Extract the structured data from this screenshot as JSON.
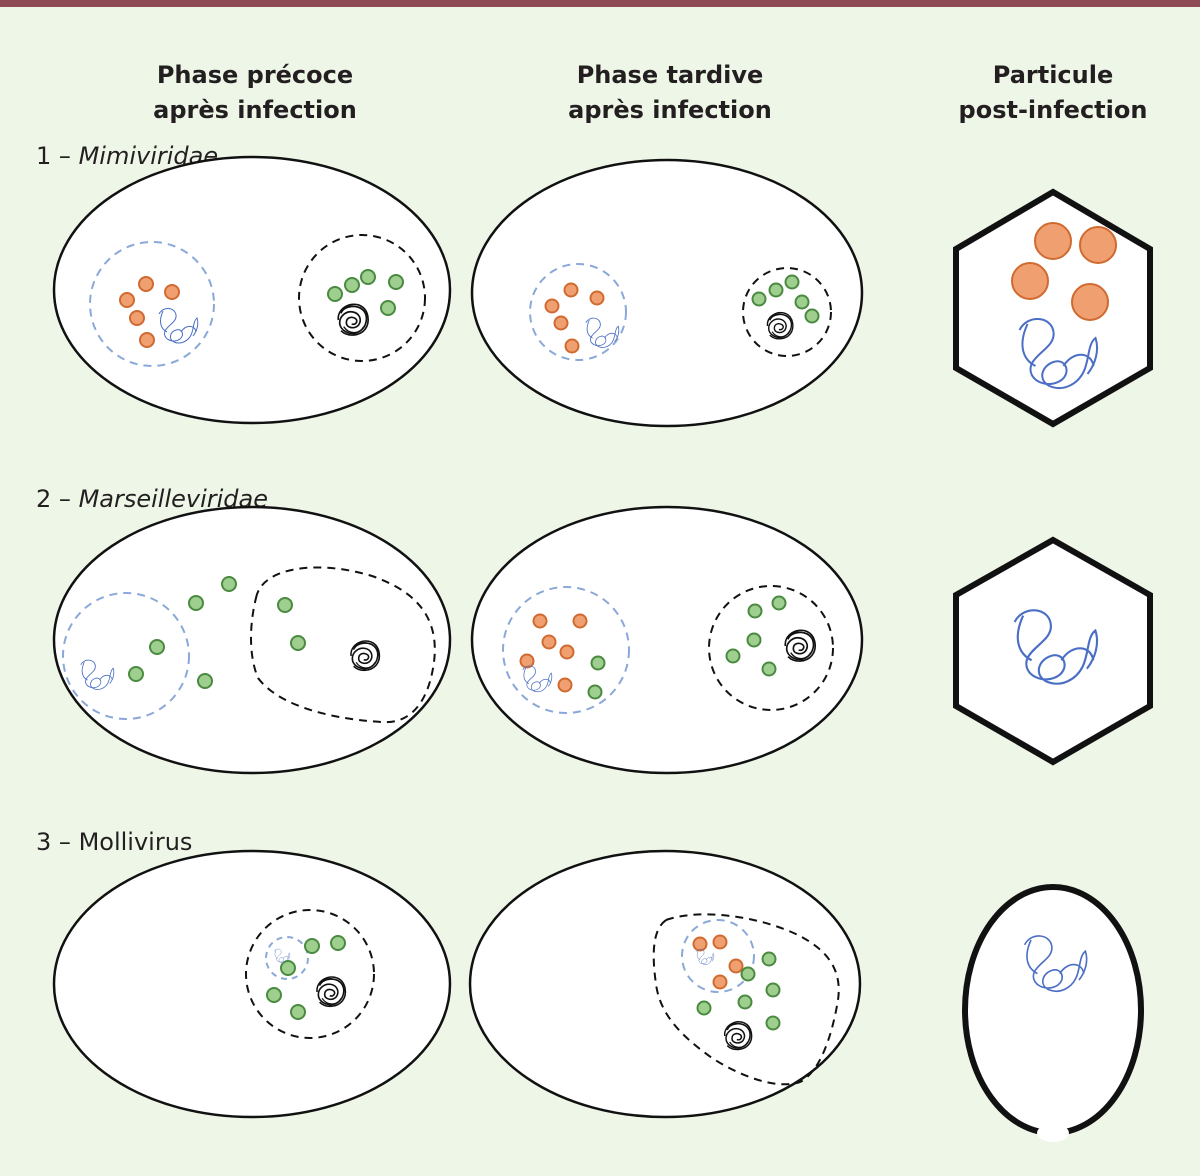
{
  "columns": [
    {
      "line1": "Phase précoce",
      "line2": "après infection"
    },
    {
      "line1": "Phase tardive",
      "line2": "après infection"
    },
    {
      "line1": "Particule",
      "line2": "post-infection"
    }
  ],
  "rows": [
    {
      "number": "1",
      "separator": "–",
      "name": "Mimiviridae"
    },
    {
      "number": "2",
      "separator": "–",
      "name": "Marseilleviridae"
    },
    {
      "number": "3",
      "separator": "–",
      "name": "Mollivirus"
    }
  ],
  "colors": {
    "background": "#eef6e8",
    "top_rule": "#8e4a55",
    "orange_particle": "#f0a070",
    "orange_stroke": "#d06a30",
    "green_particle": "#9ecf8e",
    "green_stroke": "#4a8a40",
    "blue_dna": "#4a6fc4",
    "blue_compartment": "#8aa8d8",
    "black": "#111111"
  }
}
